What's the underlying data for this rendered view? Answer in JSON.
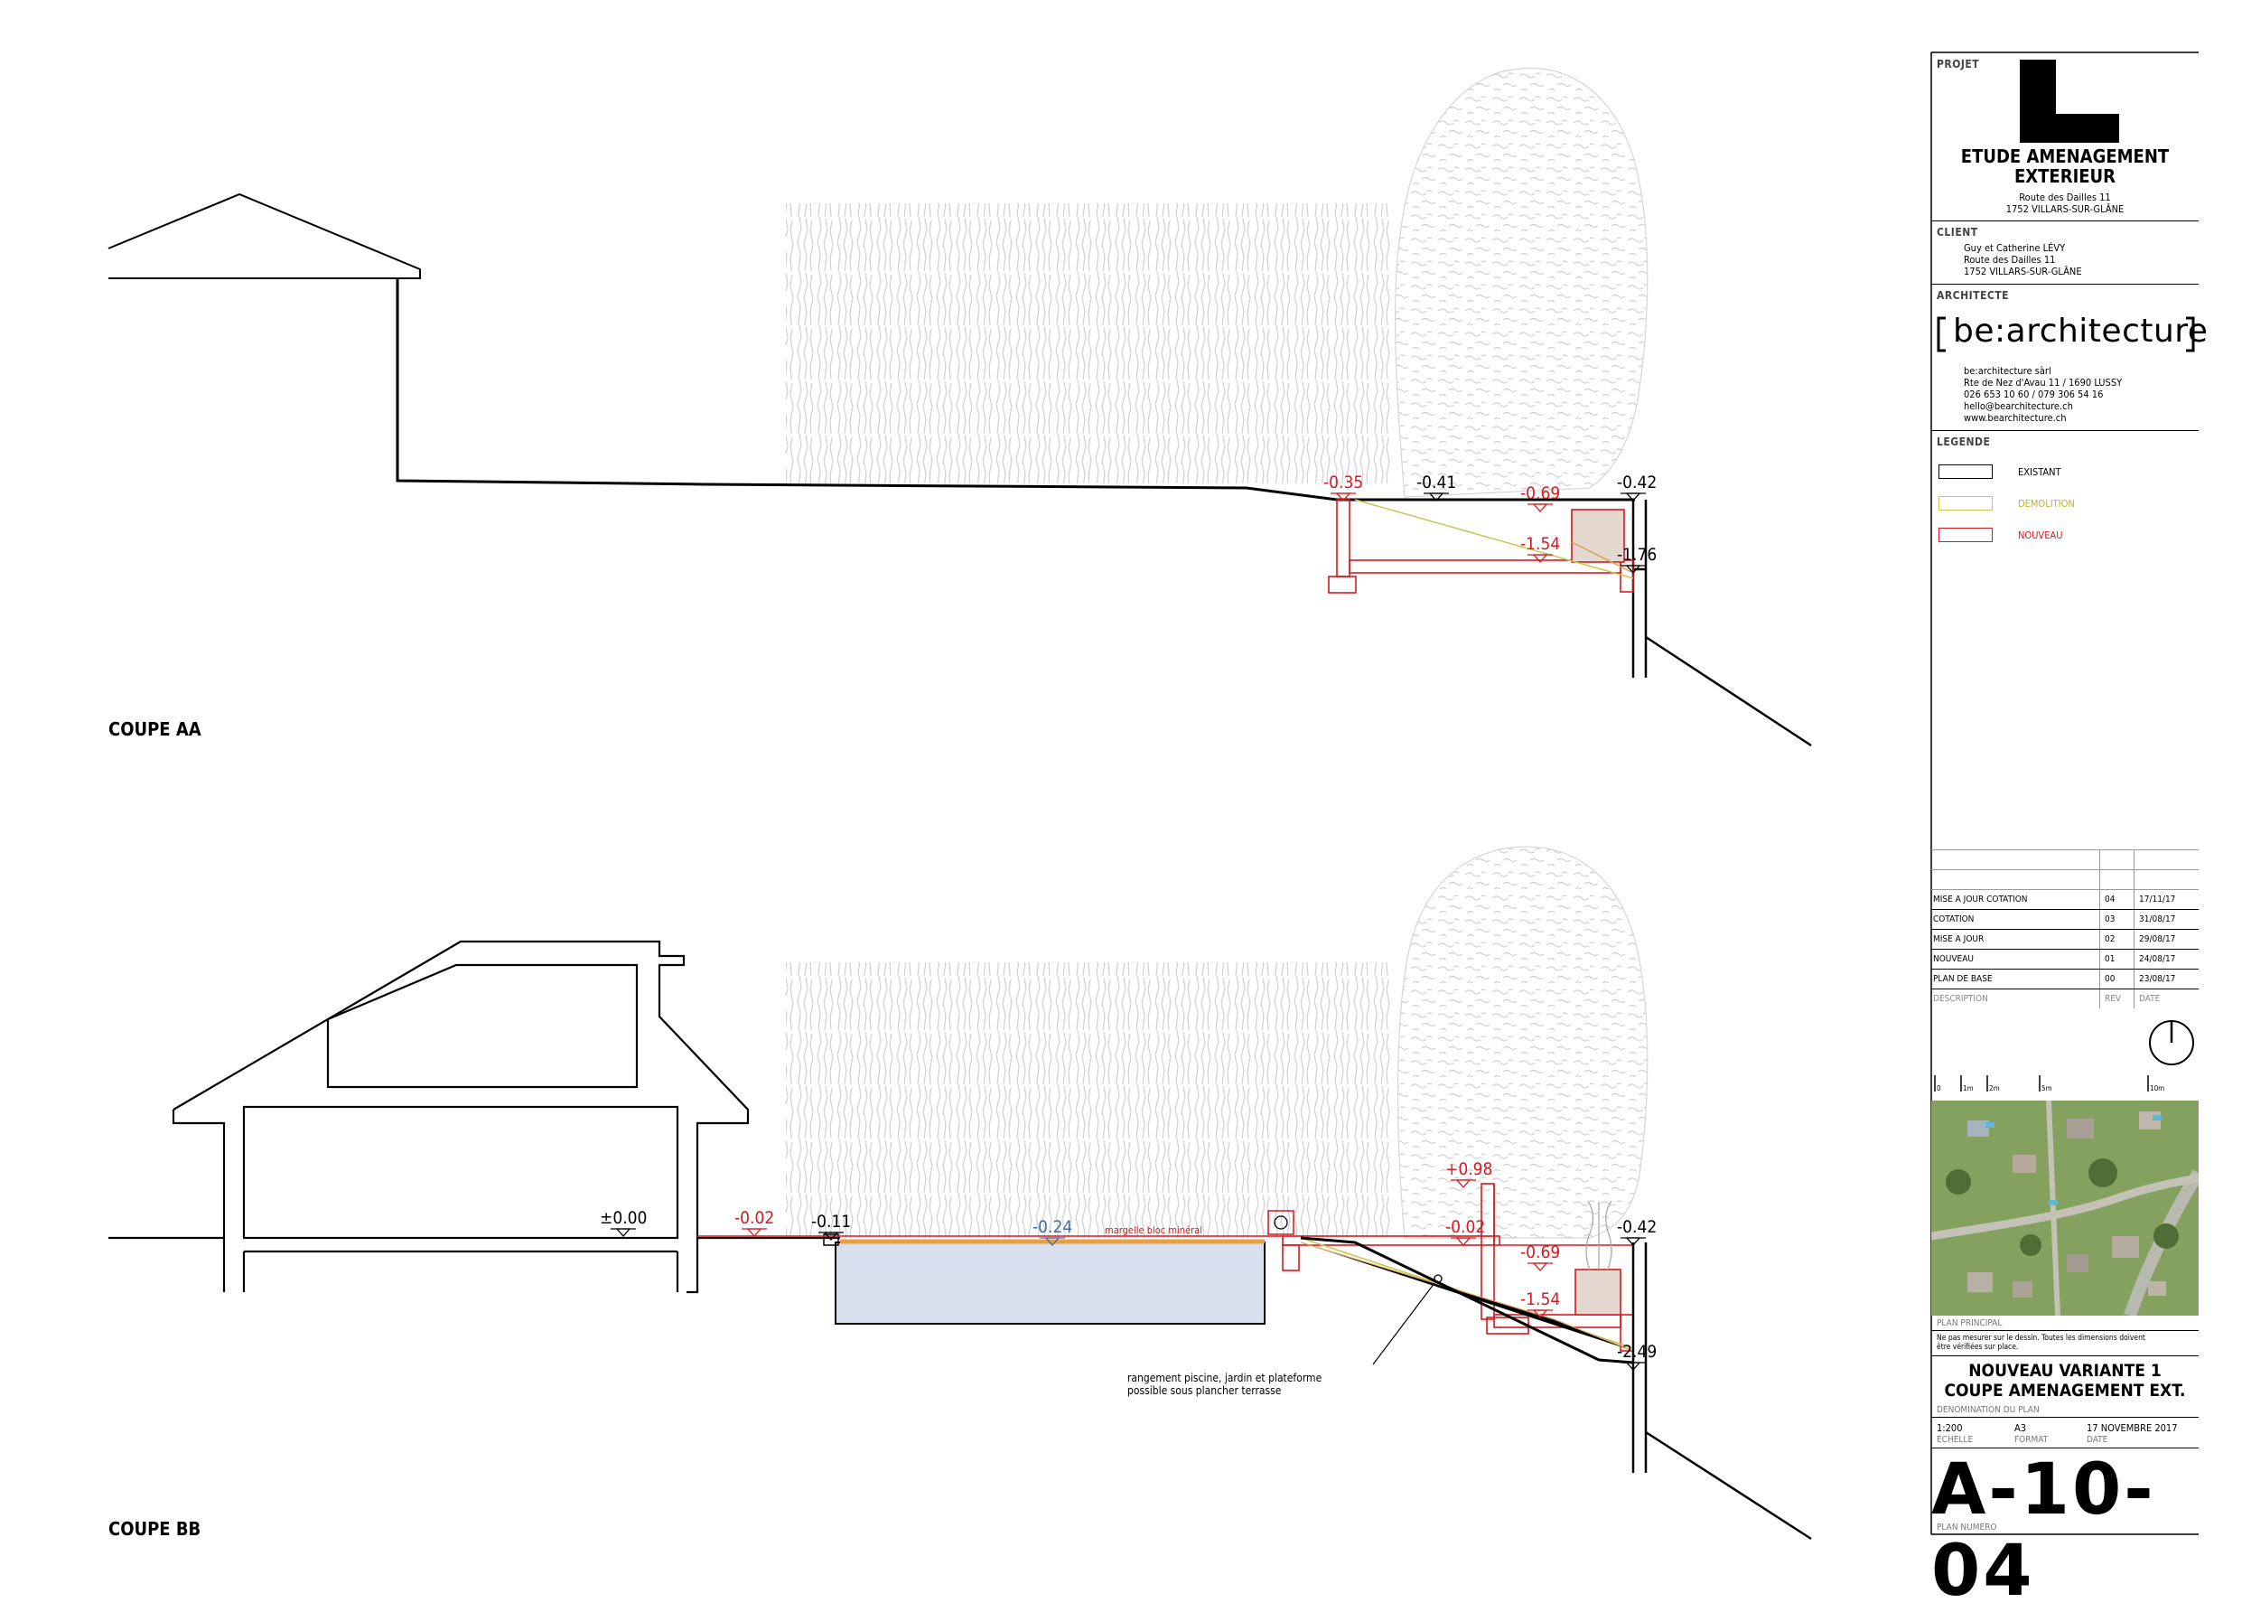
{
  "sections": {
    "aa": {
      "title": "COUPE AA",
      "levels": [
        {
          "text": "-0.35",
          "color": "#d71920"
        },
        {
          "text": "-0.41",
          "color": "#000000"
        },
        {
          "text": "-0.69",
          "color": "#d71920"
        },
        {
          "text": "-0.42",
          "color": "#000000"
        },
        {
          "text": "-1.54",
          "color": "#d71920"
        },
        {
          "text": "-1.76",
          "color": "#000000"
        }
      ]
    },
    "bb": {
      "title": "COUPE BB",
      "levels": [
        {
          "text": "±0.00",
          "color": "#000000"
        },
        {
          "text": "-0.02",
          "color": "#d71920"
        },
        {
          "text": "-0.11",
          "color": "#000000"
        },
        {
          "text": "-0.24",
          "color": "#3a6ea5"
        },
        {
          "text": "+0.98",
          "color": "#d71920"
        },
        {
          "text": "-0.02",
          "color": "#d71920"
        },
        {
          "text": "-0.42",
          "color": "#000000"
        },
        {
          "text": "-0.69",
          "color": "#d71920"
        },
        {
          "text": "-1.54",
          "color": "#d71920"
        },
        {
          "text": "-2.49",
          "color": "#000000"
        }
      ],
      "pool_note": "margelle bloc minéral",
      "storage_note": [
        "rangement piscine, jardin et plateforme",
        "possible sous plancher terrasse"
      ]
    }
  },
  "title_block": {
    "projet_label": "PROJET",
    "project_title": [
      "ETUDE AMENAGEMENT",
      "EXTERIEUR"
    ],
    "project_address": [
      "Route des Dailles 11",
      "1752 VILLARS-SUR-GLÂNE"
    ],
    "client_label": "CLIENT",
    "client_lines": [
      "Guy et Catherine LÉVY",
      "Route des Dailles 11",
      "1752 VILLARS-SUR-GLÂNE"
    ],
    "architecte_label": "ARCHITECTE",
    "logo_text": "be:architecture",
    "architect_lines": [
      "be:architecture sàrl",
      "Rte de Nez d'Avau 11 / 1690 LUSSY",
      "026 653 10 60 / 079 306 54 16",
      "hello@bearchitecture.ch",
      "www.bearchitecture.ch"
    ],
    "legende_label": "LEGENDE",
    "legend": [
      {
        "label": "EXISTANT",
        "color": "#000000"
      },
      {
        "label": "DEMOLITION",
        "color": "#c8c850"
      },
      {
        "label": "NOUVEAU",
        "color": "#d71920"
      }
    ],
    "revisions": [
      {
        "description": "MISE A JOUR COTATION",
        "rev": "04",
        "date": "17/11/17"
      },
      {
        "description": "COTATION",
        "rev": "03",
        "date": "31/08/17"
      },
      {
        "description": "MISE A JOUR",
        "rev": "02",
        "date": "29/08/17"
      },
      {
        "description": "NOUVEAU",
        "rev": "01",
        "date": "24/08/17"
      },
      {
        "description": "PLAN DE BASE",
        "rev": "00",
        "date": "23/08/17"
      }
    ],
    "rev_header": {
      "description": "DESCRIPTION",
      "rev": "REV",
      "date": "DATE"
    },
    "scale_ticks": [
      "0",
      "1m",
      "2m",
      "5m",
      "10m"
    ],
    "plan_principal_label": "PLAN PRINCIPAL",
    "note": [
      "Ne pas mesurer sur le dessin. Toutes les dimensions doivent",
      "être vérifiées sur place."
    ],
    "plan_title": [
      "NOUVEAU VARIANTE 1",
      "COUPE AMENAGEMENT EXT."
    ],
    "denomination_label": "DENOMINATION DU PLAN",
    "scale": "1:200",
    "scale_label": "ECHELLE",
    "format": "A3",
    "format_label": "FORMAT",
    "date": "17 NOVEMBRE 2017",
    "date_label": "DATE",
    "plan_number": "A-10-04",
    "plan_number_label": "PLAN NUMERO"
  }
}
